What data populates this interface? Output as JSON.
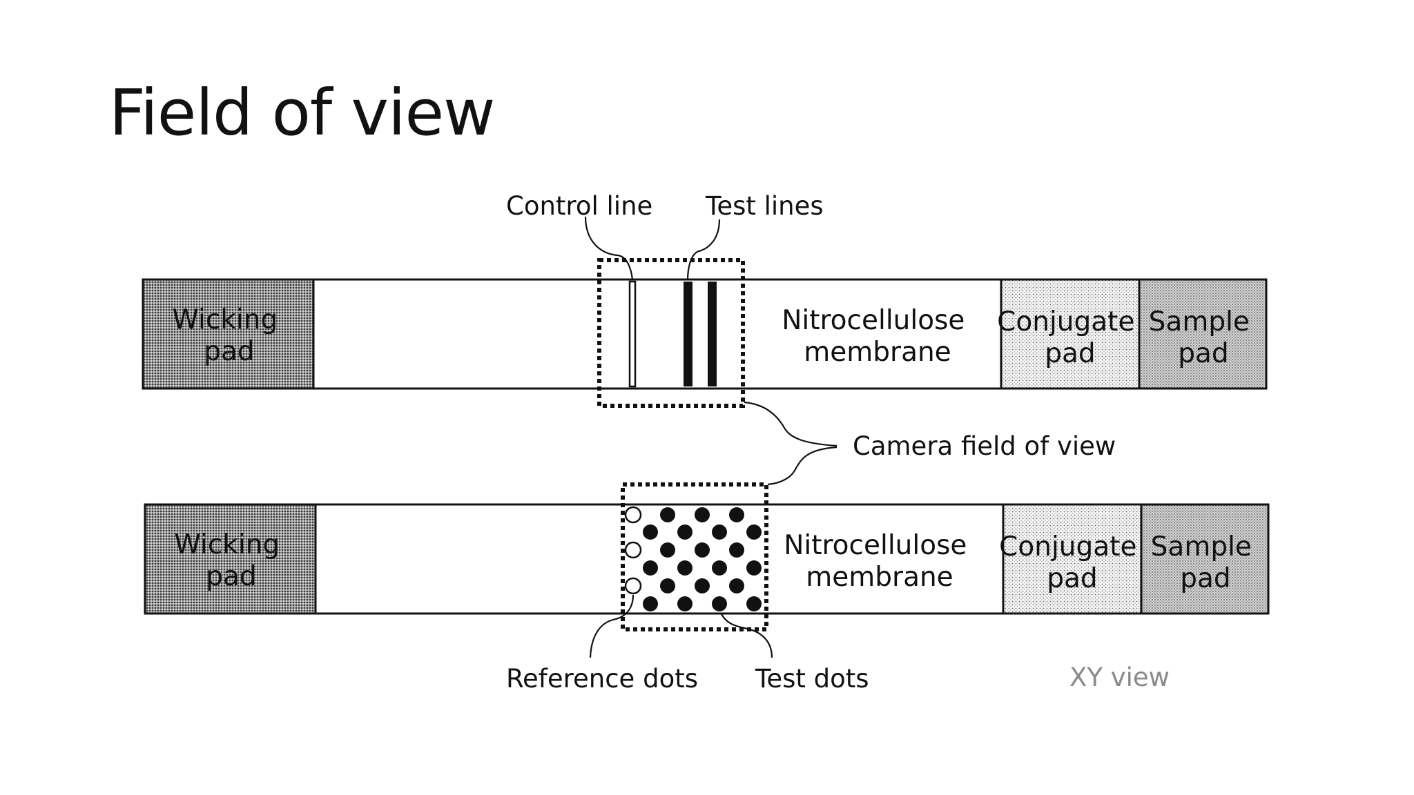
{
  "title": "Field of view",
  "strips": [
    {
      "id": "top",
      "wicking_pad": [
        "Wicking",
        "pad"
      ],
      "membrane": [
        "Nitrocellulose",
        "membrane"
      ],
      "conjugate_pad": [
        "Conjugate",
        "pad"
      ],
      "sample_pad": [
        "Sample",
        "pad"
      ]
    },
    {
      "id": "bottom",
      "wicking_pad": [
        "Wicking",
        "pad"
      ],
      "membrane": [
        "Nitrocellulose",
        "membrane"
      ],
      "conjugate_pad": [
        "Conjugate",
        "pad"
      ],
      "sample_pad": [
        "Sample",
        "pad"
      ]
    }
  ],
  "callouts": {
    "control_line": "Control line",
    "test_lines": "Test lines",
    "camera_fov": "Camera field of view",
    "reference_dots": "Reference dots",
    "test_dots": "Test dots"
  },
  "view_label": "XY view"
}
